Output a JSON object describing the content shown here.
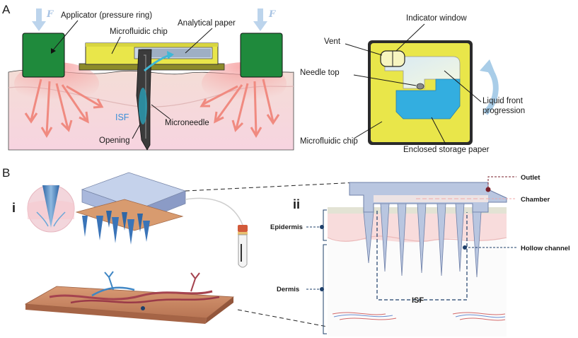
{
  "panel_a": {
    "label": "A",
    "force_symbol": "F",
    "labels": {
      "applicator": "Applicator (pressure ring)",
      "microfluidic_chip": "Microfluidic chip",
      "analytical_paper": "Analytical paper",
      "isf": "ISF",
      "opening": "Opening",
      "microneedle": "Microneedle",
      "vent": "Vent",
      "indicator_window": "Indicator window",
      "needle_top": "Needle top",
      "liquid_front_1": "Liquid front",
      "liquid_front_2": "progression",
      "chip_label": "Microfluidic chip",
      "storage_paper": "Enclosed storage paper"
    }
  },
  "panel_b": {
    "label": "B",
    "sub_i": "i",
    "sub_ii": "ii",
    "labels": {
      "outlet": "Outlet",
      "chamber": "Chamber",
      "epidermis": "Epidermis",
      "hollow_channel": "Hollow channel",
      "dermis": "Dermis",
      "isf": "ISF"
    }
  },
  "colors": {
    "applicator_green": "#1f8a3c",
    "chip_yellow": "#e9e64a",
    "skin_pink": "#f6d9dc",
    "isf_blue": "#3a8fd8",
    "arrow_red": "#f08a80",
    "storage_blue": "#33aee0"
  }
}
